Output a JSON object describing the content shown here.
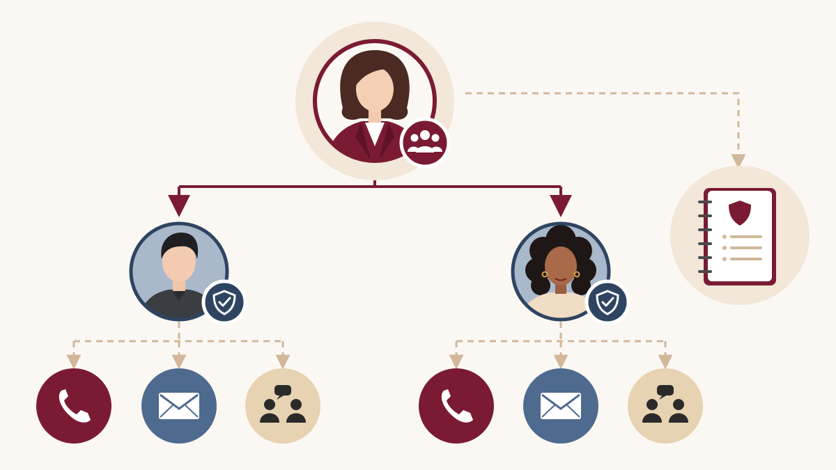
{
  "colors": {
    "background": "#fbf8f4",
    "burgundy": "#7a1b33",
    "navy": "#2e4461",
    "blue": "#4e6a8e",
    "tan": "#e7d2b1",
    "cream": "#f2e7d8",
    "dashed_connector": "#d2b79a",
    "avatar_bg": "#aab8cc"
  },
  "nodes": {
    "manager": {
      "role": "team-lead",
      "badge": "group-icon"
    },
    "left_member": {
      "role": "team-member",
      "badge": "shield-check-icon"
    },
    "right_member": {
      "role": "team-member",
      "badge": "shield-check-icon"
    },
    "policy": {
      "icon": "policy-notebook-icon"
    }
  },
  "channels": [
    {
      "icon": "phone-icon",
      "color": "#7a1b33"
    },
    {
      "icon": "mail-icon",
      "color": "#4e6a8e"
    },
    {
      "icon": "conversation-icon",
      "color": "#e7d2b1"
    }
  ]
}
